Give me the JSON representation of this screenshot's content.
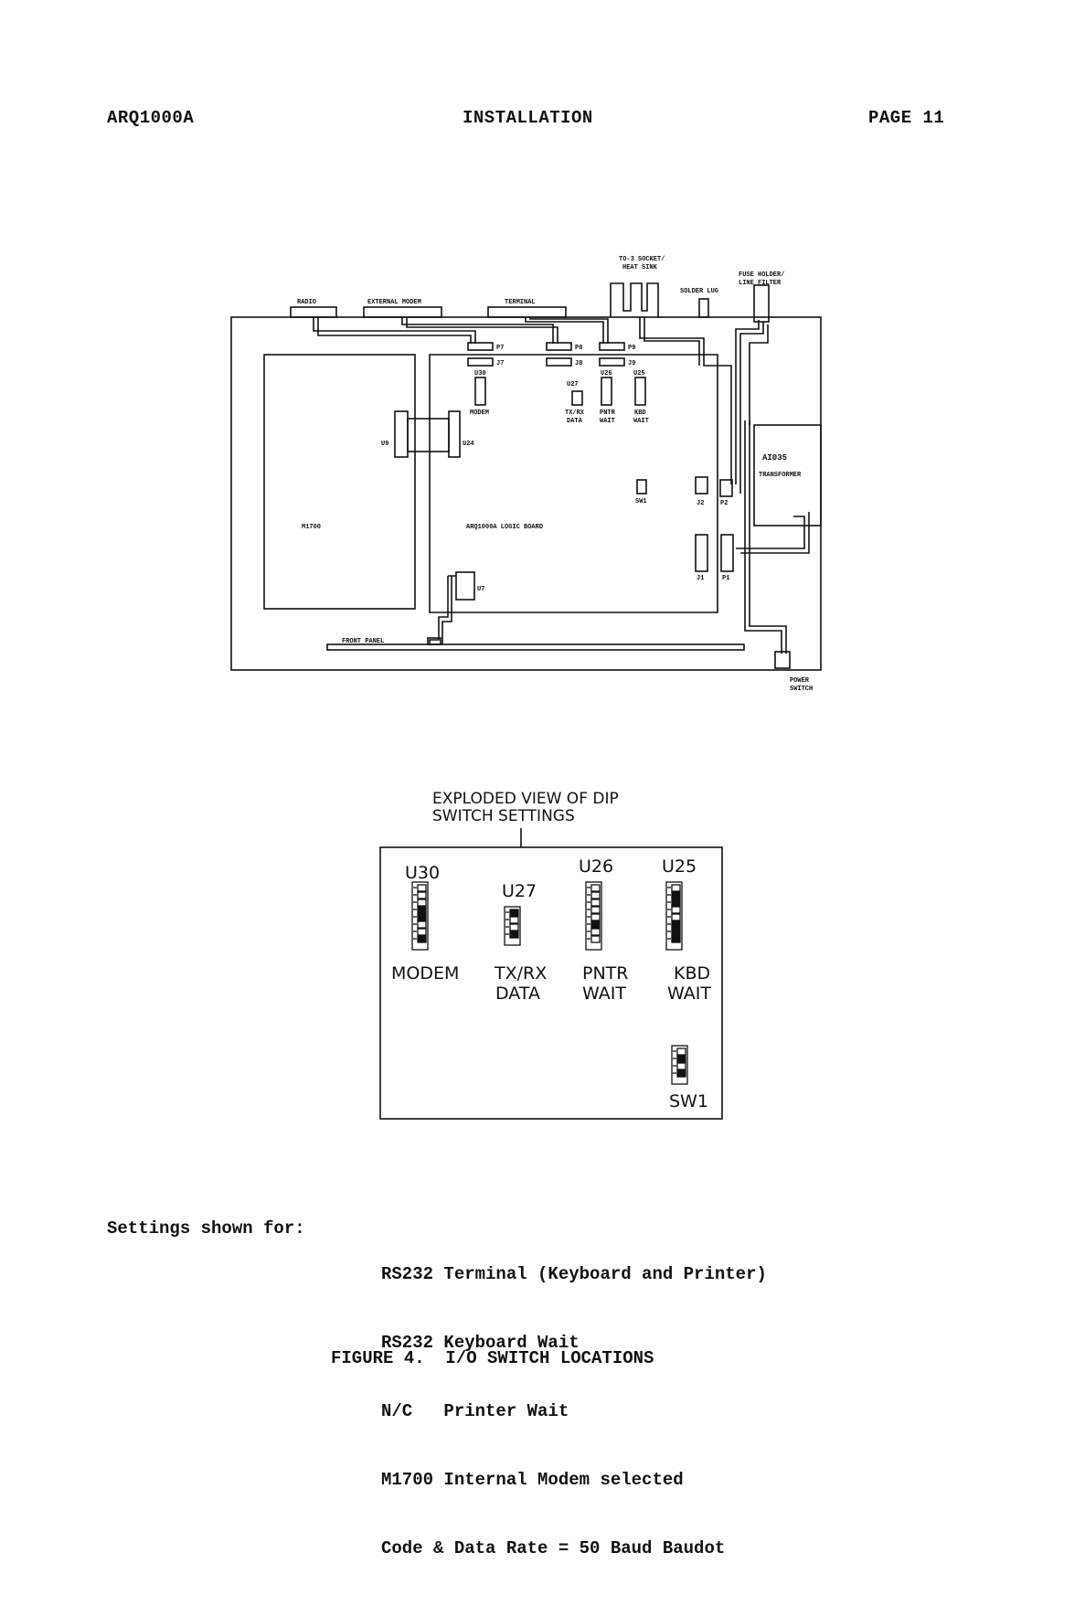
{
  "header": {
    "left": "ARQ1000A",
    "center": "INSTALLATION",
    "right": "PAGE 11"
  },
  "board_diagram": {
    "connectors": {
      "radio": "RADIO",
      "external_modem": "EXTERNAL MODEM",
      "terminal": "TERMINAL",
      "to3_socket_1": "TO-3 SOCKET/",
      "to3_socket_2": "HEAT SINK",
      "solder_lug": "SOLDER LUG",
      "fuse_holder_1": "FUSE HOLDER/",
      "fuse_holder_2": "LINE FILTER",
      "p7": "P7",
      "p8": "P8",
      "p9": "P9",
      "j7": "J7",
      "j8": "J8",
      "j9": "J9",
      "p1": "P1",
      "p2": "P2",
      "j1": "J1",
      "j2": "J2"
    },
    "switches": {
      "u30": "U30",
      "u30_label": "MODEM",
      "u27": "U27",
      "u27_label_1": "TX/RX",
      "u27_label_2": "DATA",
      "u26": "U26",
      "u26_label_1": "PNTR",
      "u26_label_2": "WAIT",
      "u25": "U25",
      "u25_label_1": "KBD",
      "u25_label_2": "WAIT",
      "sw1": "SW1"
    },
    "components": {
      "u9": "U9",
      "u24": "U24",
      "u7": "U7",
      "m1700": "M1700",
      "logic_board": "ARQ1000A LOGIC BOARD",
      "ai035": "AI035",
      "transformer": "TRANSFORMER",
      "front_panel": "FRONT PANEL",
      "power_switch_1": "POWER",
      "power_switch_2": "SWITCH"
    }
  },
  "exploded_view": {
    "title_1": "EXPLODED VIEW OF DIP",
    "title_2": "SWITCH SETTINGS",
    "u30": "U30",
    "u30_label": "MODEM",
    "u27": "U27",
    "u27_label_1": "TX/RX",
    "u27_label_2": "DATA",
    "u26": "U26",
    "u26_label_1": "PNTR",
    "u26_label_2": "WAIT",
    "u25": "U25",
    "u25_label_1": "KBD",
    "u25_label_2": "WAIT",
    "sw1": "SW1"
  },
  "settings": {
    "lead": "Settings shown for:",
    "items": [
      "RS232 Terminal (Keyboard and Printer)",
      "RS232 Keyboard Wait",
      "N/C   Printer Wait",
      "M1700 Internal Modem selected",
      "Code & Data Rate = 50 Baud Baudot"
    ]
  },
  "caption": "FIGURE 4.  I/O SWITCH LOCATIONS"
}
